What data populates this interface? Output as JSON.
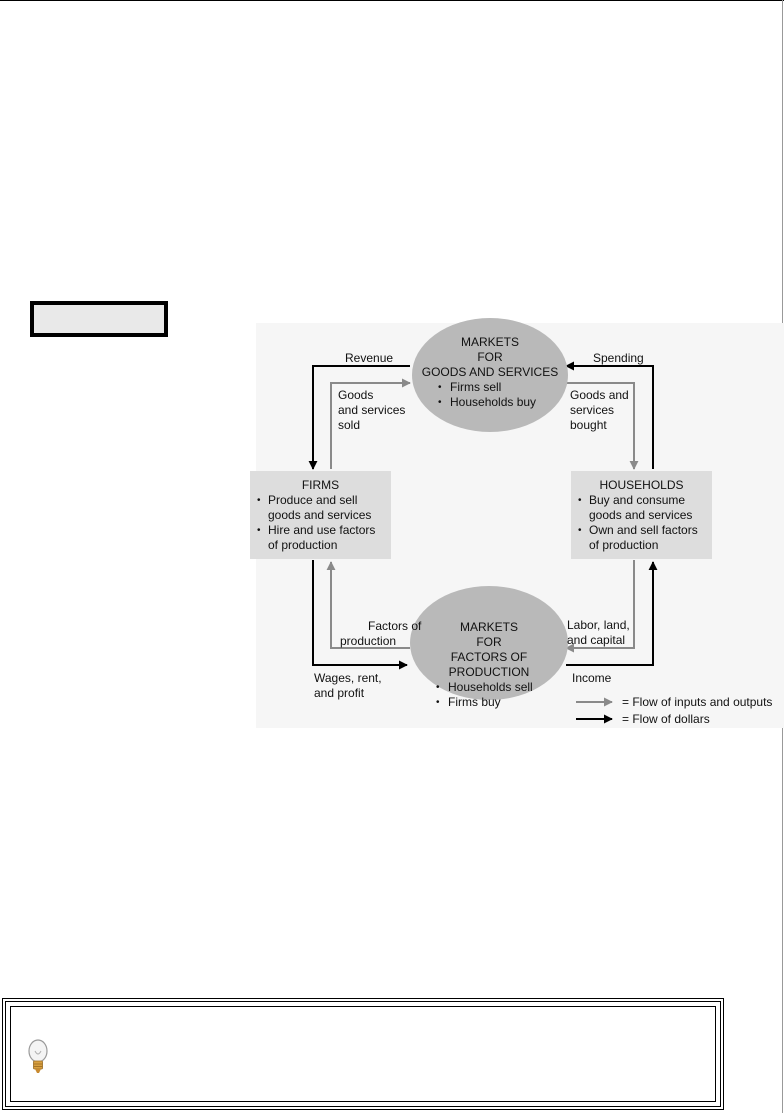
{
  "diagram": {
    "goods_market": {
      "title_lines": [
        "MARKETS",
        "FOR",
        "GOODS AND SERVICES"
      ],
      "bullets": [
        "Firms sell",
        "Households buy"
      ]
    },
    "factors_market": {
      "title_lines": [
        "MARKETS",
        "FOR",
        "FACTORS OF PRODUCTION"
      ],
      "bullets": [
        "Households sell",
        "Firms buy"
      ]
    },
    "firms": {
      "title": "FIRMS",
      "bullets": [
        [
          "Produce and sell",
          "goods and services"
        ],
        [
          "Hire and use factors",
          "of production"
        ]
      ]
    },
    "households": {
      "title": "HOUSEHOLDS",
      "bullets": [
        [
          "Buy and consume",
          "goods and services"
        ],
        [
          "Own and sell factors",
          "of production"
        ]
      ]
    },
    "flow_labels": {
      "revenue": "Revenue",
      "spending": "Spending",
      "goods_sold": [
        "Goods",
        "and services",
        "sold"
      ],
      "goods_bought": [
        "Goods and",
        "services",
        "bought"
      ],
      "factors_of_production": [
        "Factors of",
        "production"
      ],
      "labor_land_capital": [
        "Labor, land,",
        "and capital"
      ],
      "wages_rent_profit": [
        "Wages, rent,",
        "and profit"
      ],
      "income": "Income"
    },
    "legend": {
      "inputs_outputs": "= Flow of inputs  and outputs",
      "dollars": "= Flow of dollars"
    },
    "colors": {
      "dollar_flow": "#000000",
      "goods_flow": "#8a8a8a",
      "oval_fill": "#b9b9b9",
      "box_fill": "#dddddd",
      "panel_fill": "#f6f6f6"
    }
  },
  "tip": {
    "icon": "lightbulb-icon"
  }
}
